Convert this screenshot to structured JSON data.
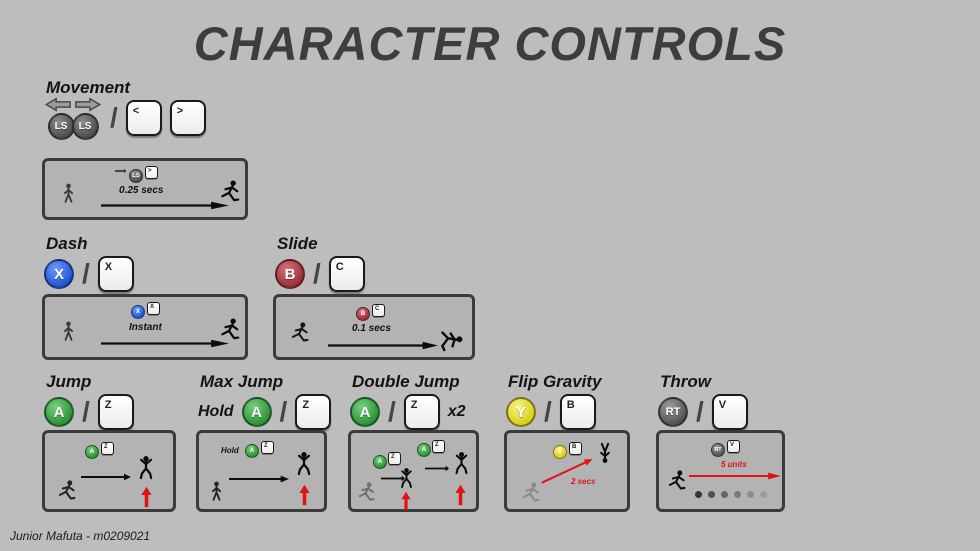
{
  "title": "CHARACTER CONTROLS",
  "footer": "Junior Mafuta - m0209021",
  "ui": {
    "slash": "/"
  },
  "colors": {
    "background": "#bdbdbd",
    "box_border": "#3b3b3b",
    "button_x": "#2457d6",
    "button_b": "#a33238",
    "button_a": "#2f9c3a",
    "button_y": "#d8d018",
    "button_stick": "#4d4d4d",
    "accent_red": "#e01212"
  },
  "sections": {
    "movement": {
      "label": "Movement",
      "pad": "LS",
      "keys": [
        "<",
        ">"
      ],
      "demo": {
        "pad": "LS",
        "key": ">",
        "note": "0.25 secs"
      }
    },
    "dash": {
      "label": "Dash",
      "pad": "X",
      "key": "X",
      "demo": {
        "pad": "X",
        "key": "X",
        "note": "Instant"
      }
    },
    "slide": {
      "label": "Slide",
      "pad": "B",
      "key": "C",
      "demo": {
        "pad": "B",
        "key": "C",
        "note": "0.1 secs"
      }
    },
    "jump": {
      "label": "Jump",
      "pad": "A",
      "key": "Z",
      "demo": {
        "pad": "A",
        "key": "Z"
      }
    },
    "max_jump": {
      "label": "Max Jump",
      "hold": "Hold",
      "pad": "A",
      "key": "Z",
      "demo": {
        "hold": "Hold",
        "pad": "A",
        "key": "Z"
      }
    },
    "double_jump": {
      "label": "Double Jump",
      "pad": "A",
      "key": "Z",
      "multiplier": "x2",
      "demo": {
        "pad": "A",
        "key": "Z"
      }
    },
    "flip_gravity": {
      "label": "Flip Gravity",
      "pad": "Y",
      "key": "B",
      "demo": {
        "pad": "Y",
        "key": "B",
        "note": "2 secs"
      }
    },
    "throw": {
      "label": "Throw",
      "pad": "RT",
      "key": "V",
      "demo": {
        "pad": "RT",
        "key": "V",
        "note": "5 units"
      }
    }
  }
}
